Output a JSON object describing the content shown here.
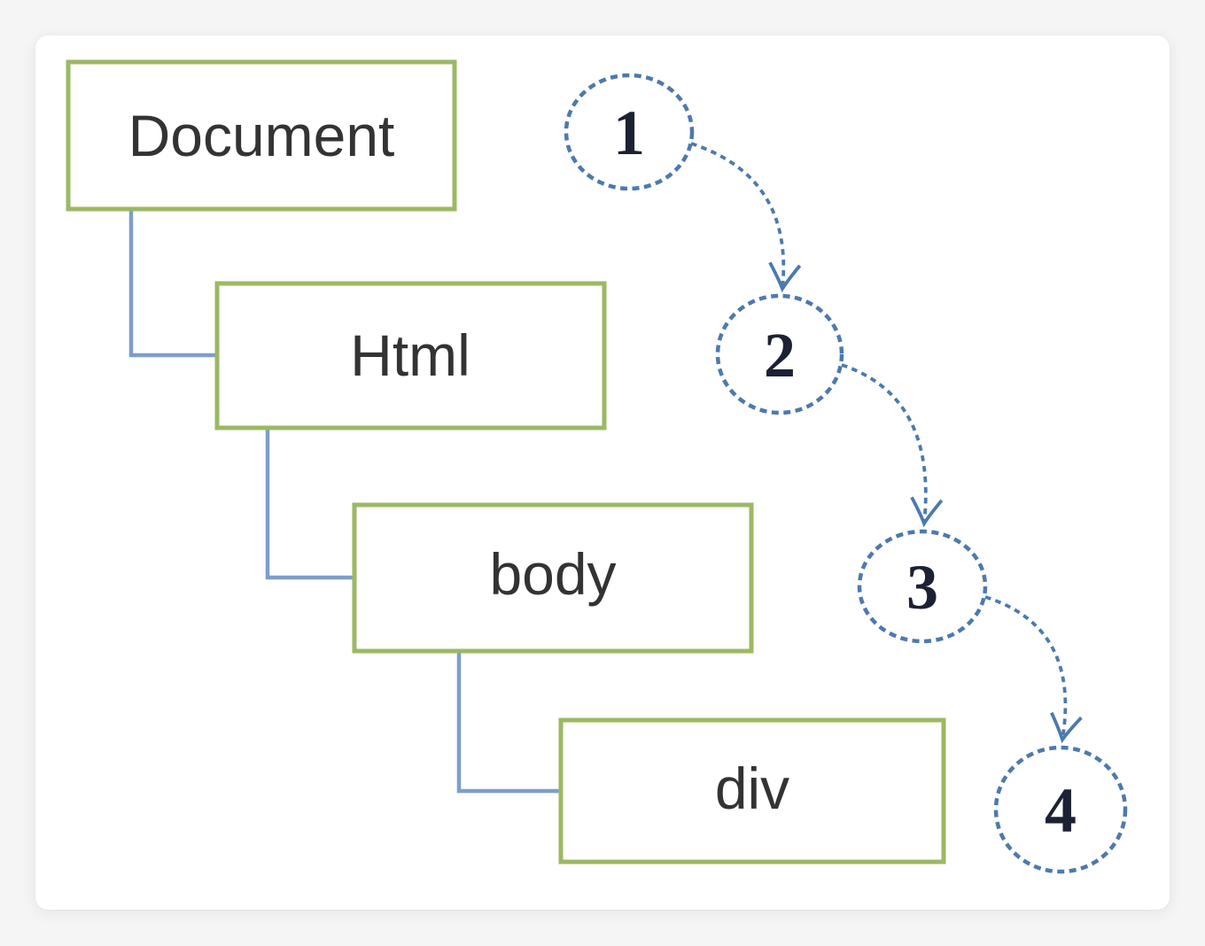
{
  "colors": {
    "page_bg": "#f5f5f6",
    "card_bg": "#ffffff",
    "node_border": "#9bb964",
    "node_text": "#333333",
    "connector": "#7d9ec9",
    "step_stroke": "#4d79ae",
    "step_text": "#1c2133"
  },
  "nodes": [
    {
      "label": "Document"
    },
    {
      "label": "Html"
    },
    {
      "label": "body"
    },
    {
      "label": "div"
    }
  ],
  "steps": [
    {
      "label": "1"
    },
    {
      "label": "2"
    },
    {
      "label": "3"
    },
    {
      "label": "4"
    }
  ]
}
